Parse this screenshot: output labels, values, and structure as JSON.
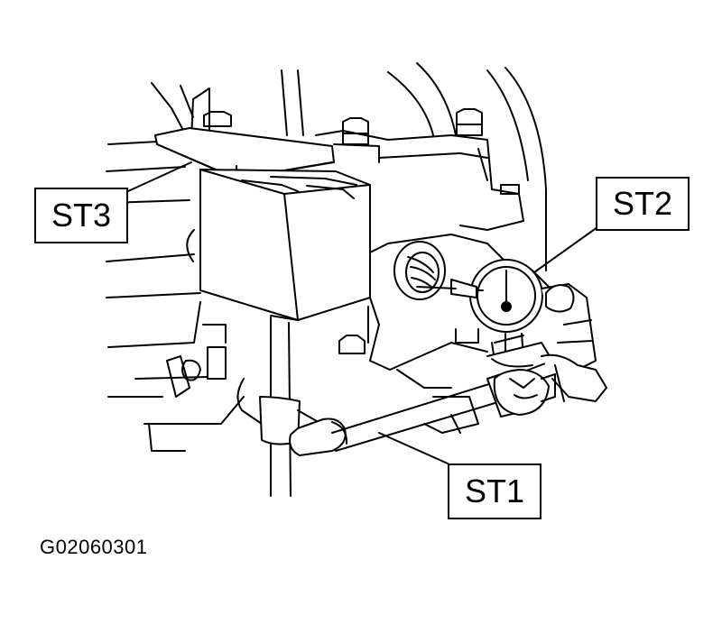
{
  "labels": {
    "st1": "ST1",
    "st2": "ST2",
    "st3": "ST3"
  },
  "figure_code": "G02060301",
  "colors": {
    "ink": "#000000",
    "paper": "#ffffff"
  }
}
